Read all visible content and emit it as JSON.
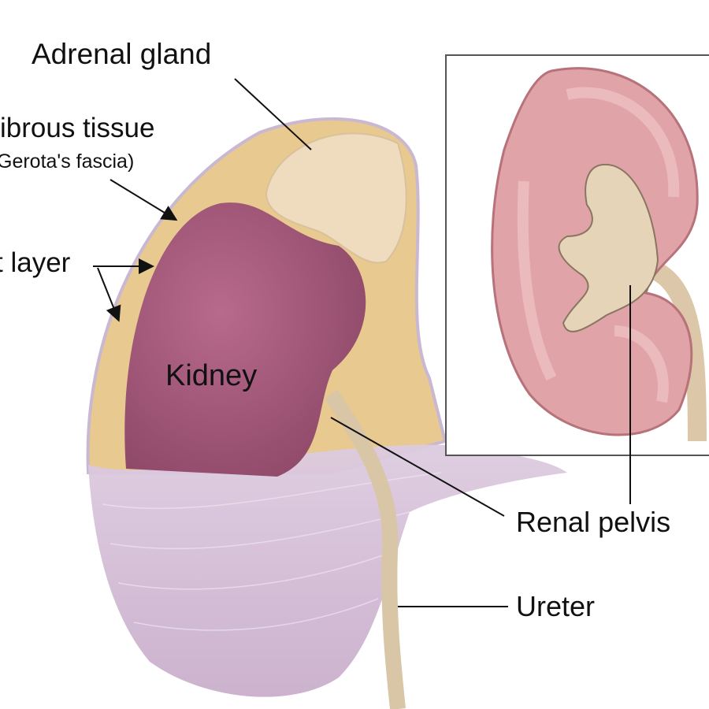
{
  "labels": {
    "adrenal_gland": "Adrenal gland",
    "fibrous_tissue": "ibrous tissue",
    "gerotas_fascia": "Gerota's fascia)",
    "fat_layer": "t layer",
    "kidney": "Kidney",
    "renal_pelvis": "Renal pelvis",
    "ureter": "Ureter"
  },
  "colors": {
    "kidney": "#a35a7c",
    "fat": "#e8c98f",
    "adrenal": "#efdcbf",
    "fascia": "#d9c6dc",
    "inset_kidney": "#dfa3a8",
    "pelvis": "#e6d4b8"
  }
}
